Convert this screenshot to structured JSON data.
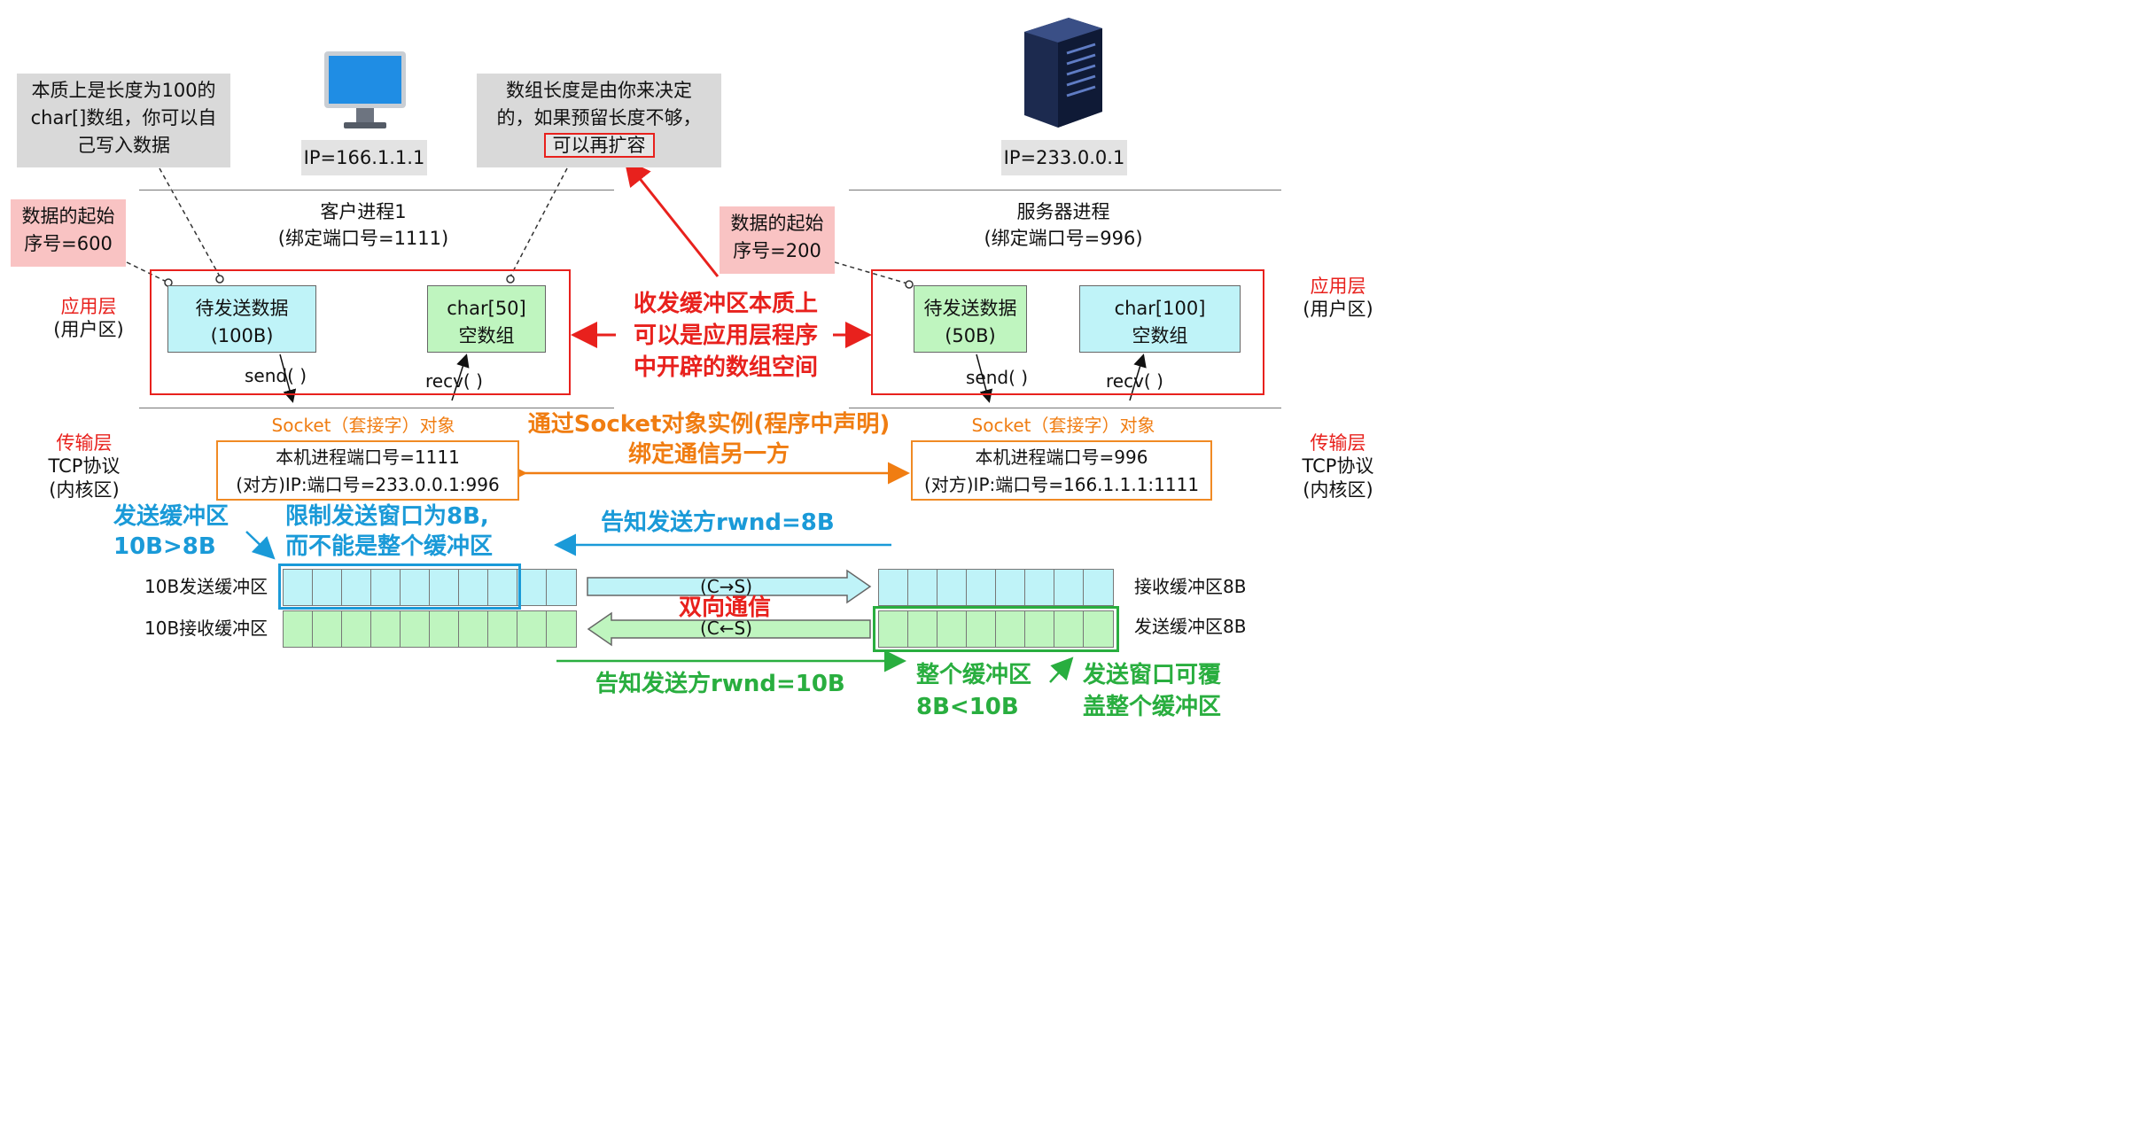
{
  "notes": {
    "left_gray": [
      "本质上是长度为100的",
      "char[]数组，你可以自",
      "己写入数据"
    ],
    "mid_gray_1": "数组长度是由你来决定",
    "mid_gray_2": "的，如果预留长度不够，",
    "mid_gray_highlight": "可以再扩容",
    "left_pink": [
      "数据的起始",
      "序号=600"
    ],
    "right_pink": [
      "数据的起始",
      "序号=200"
    ]
  },
  "client": {
    "ip": "IP=166.1.1.1",
    "process_title": "客户进程1",
    "process_port": "(绑定端口号=1111)",
    "send_box": [
      "待发送数据",
      "(100B)"
    ],
    "recv_box": [
      "char[50]",
      "空数组"
    ],
    "send_call": "send( )",
    "recv_call": "recv( )",
    "socket_title": "Socket（套接字）对象",
    "socket_lines": [
      "本机进程端口号=1111",
      "(对方)IP:端口号=233.0.0.1:996"
    ],
    "send_buffer_label": "10B发送缓冲区",
    "recv_buffer_label": "10B接收缓冲区",
    "send_buffer_cells": 10,
    "recv_buffer_cells": 10
  },
  "server": {
    "ip": "IP=233.0.0.1",
    "process_title": "服务器进程",
    "process_port": "(绑定端口号=996)",
    "send_box": [
      "待发送数据",
      "(50B)"
    ],
    "recv_box": [
      "char[100]",
      "空数组"
    ],
    "send_call": "send( )",
    "recv_call": "recv( )",
    "socket_title": "Socket（套接字）对象",
    "socket_lines": [
      "本机进程端口号=996",
      "(对方)IP:端口号=166.1.1.1:1111"
    ],
    "recv_buffer_label": "接收缓冲区8B",
    "send_buffer_label": "发送缓冲区8B",
    "recv_buffer_cells": 8,
    "send_buffer_cells": 8
  },
  "layers": {
    "app_left": [
      "应用层",
      "(用户区)"
    ],
    "app_right": [
      "应用层",
      "(用户区)"
    ],
    "transport_left": [
      "传输层",
      "TCP协议",
      "(内核区)"
    ],
    "transport_right": [
      "传输层",
      "TCP协议",
      "(内核区)"
    ]
  },
  "annotations": {
    "red_center": [
      "收发缓冲区本质上",
      "可以是应用层程序",
      "中开辟的数组空间"
    ],
    "orange_center": [
      "通过Socket对象实例(程序中声明)",
      "绑定通信另一方"
    ],
    "blue_left": [
      "发送缓冲区",
      "10B>8B"
    ],
    "blue_mid": [
      "限制发送窗口为8B,",
      "而不能是整个缓冲区"
    ],
    "blue_arrow": "告知发送方rwnd=8B",
    "arrow_cs": "(C→S)",
    "arrow_sc": "(C←S)",
    "duplex": "双向通信",
    "green_arrow": "告知发送方rwnd=10B",
    "green_whole": [
      "整个缓冲区",
      "8B<10B"
    ],
    "green_cover": [
      "发送窗口可覆",
      "盖整个缓冲区"
    ]
  },
  "colors": {
    "red": "#e8211d",
    "orange": "#f07d12",
    "blue": "#1a9ad8",
    "green": "#29ae3f",
    "cyan_fill": "#bff3f8",
    "green_fill": "#bff5bf",
    "gray_note": "#d9d9d9",
    "pink_note": "#f9c3c3"
  },
  "icons": [
    "monitor-icon",
    "server-icon"
  ]
}
